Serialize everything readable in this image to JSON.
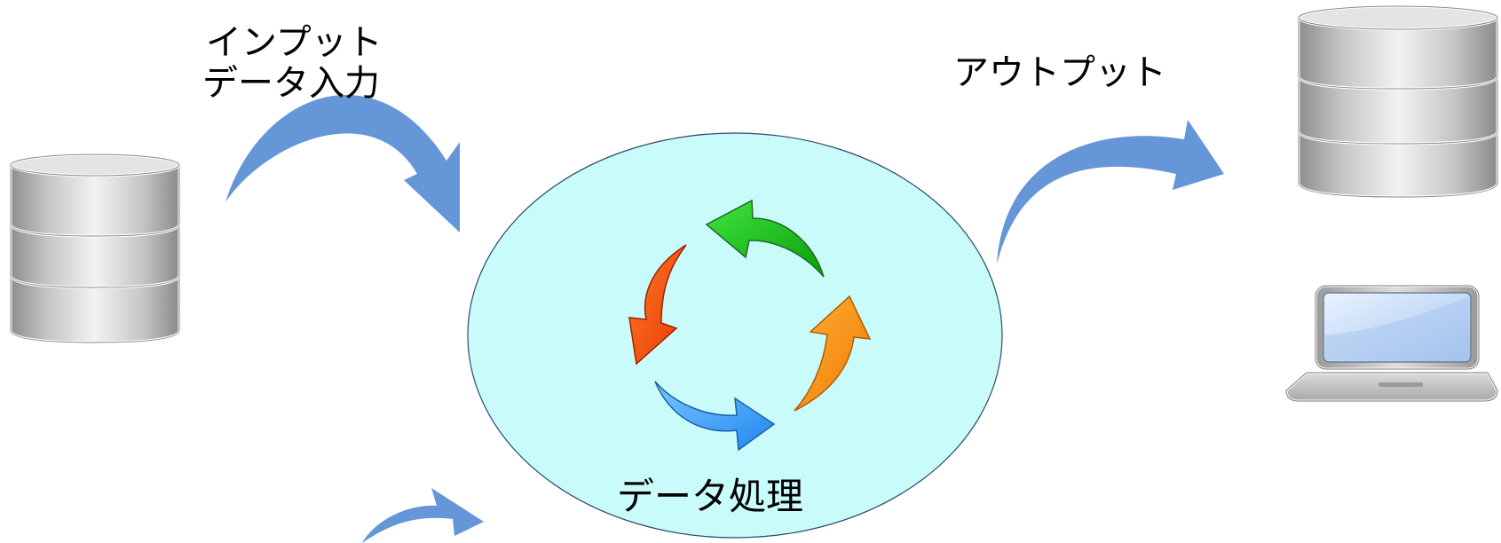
{
  "diagram": {
    "input_label_line1": "インプット",
    "input_label_line2": "データ入力",
    "output_label": "アウトプット",
    "processing_label": "データ処理"
  },
  "nodes": {
    "input_source": {
      "icon": "database-icon"
    },
    "processing": {
      "icon": "cycle-arrows-icon",
      "cycle_arrow_colors": [
        "#12b812",
        "#ff5500",
        "#2f96ff",
        "#ff8a00"
      ]
    },
    "output_storage": {
      "icon": "database-icon"
    },
    "output_display": {
      "icon": "laptop-icon"
    }
  },
  "colors": {
    "flow_arrow": "#6496d8",
    "process_fill": "#c9fbfb",
    "process_stroke": "#2c4a6e"
  }
}
